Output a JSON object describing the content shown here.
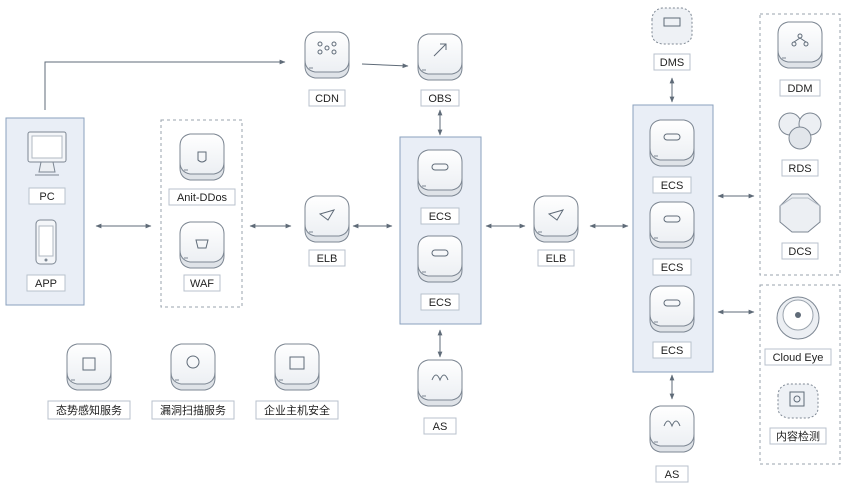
{
  "left_group": {
    "pc_label": "PC",
    "app_label": "APP"
  },
  "security_group": {
    "anti_ddos_label": "Anit-DDos",
    "waf_label": "WAF"
  },
  "edge": {
    "cdn_label": "CDN",
    "obs_label": "OBS",
    "elb_label": "ELB"
  },
  "app_tier": {
    "ecs_1_label": "ECS",
    "ecs_2_label": "ECS",
    "as_label": "AS"
  },
  "middle": {
    "elb_label": "ELB"
  },
  "backend_tier": {
    "dms_label": "DMS",
    "ecs_1_label": "ECS",
    "ecs_2_label": "ECS",
    "ecs_3_label": "ECS",
    "as_label": "AS"
  },
  "data_group": {
    "ddm_label": "DDM",
    "rds_label": "RDS",
    "dcs_label": "DCS"
  },
  "monitor_group": {
    "cloud_eye_label": "Cloud Eye",
    "content_check_label": "内容检测"
  },
  "security_services": {
    "situation_label": "态势感知服务",
    "vuln_scan_label": "漏洞扫描服务",
    "host_security_label": "企业主机安全"
  }
}
